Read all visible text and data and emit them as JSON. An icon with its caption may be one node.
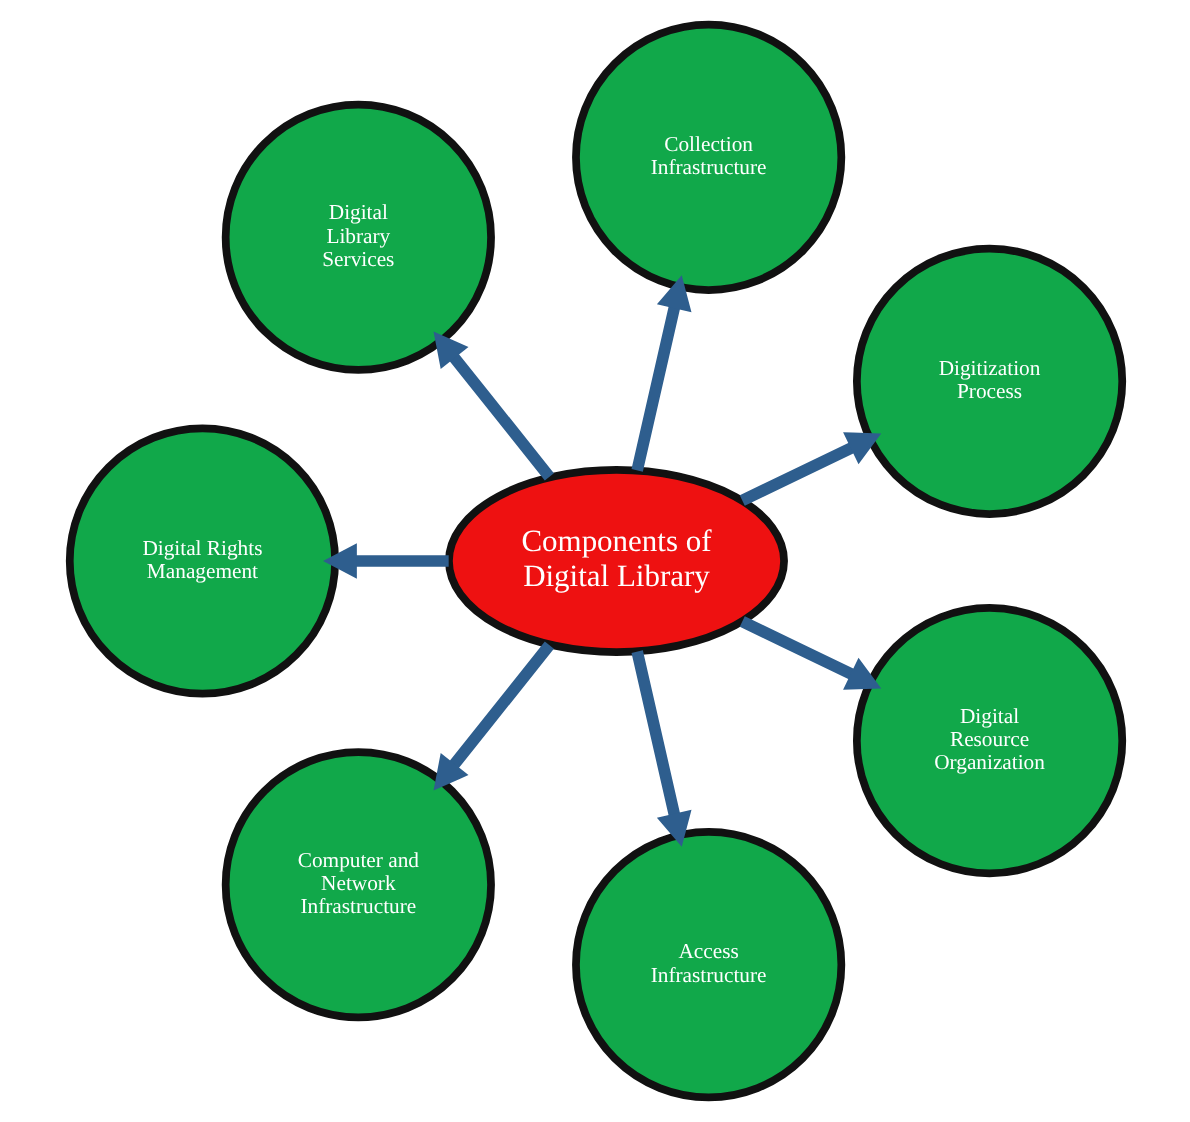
{
  "diagram": {
    "nodes": [
      {
        "text": [
          "Components of Digital Library"
        ]
      },
      {
        "text": [
          "Digitization Process"
        ]
      },
      {
        "text": [
          "Collection Infrastructure"
        ]
      },
      {
        "text": [
          "Digital Library Services"
        ]
      },
      {
        "text": [
          "Digital Rights Management"
        ]
      },
      {
        "text": [
          "Computer and Network Infrastructure"
        ]
      },
      {
        "text": [
          "Access Infrastructure"
        ]
      },
      {
        "text": [
          "Digital Resource Organization"
        ]
      }
    ],
    "edges": [
      {
        "from": 0,
        "to": 1,
        "arrow": "to"
      },
      {
        "from": 0,
        "to": 2,
        "arrow": "to"
      },
      {
        "from": 0,
        "to": 3,
        "arrow": "to"
      },
      {
        "from": 0,
        "to": 4,
        "arrow": "to"
      },
      {
        "from": 0,
        "to": 5,
        "arrow": "to"
      },
      {
        "from": 0,
        "to": 6,
        "arrow": "to"
      },
      {
        "from": 0,
        "to": 7,
        "arrow": "to"
      }
    ]
  }
}
